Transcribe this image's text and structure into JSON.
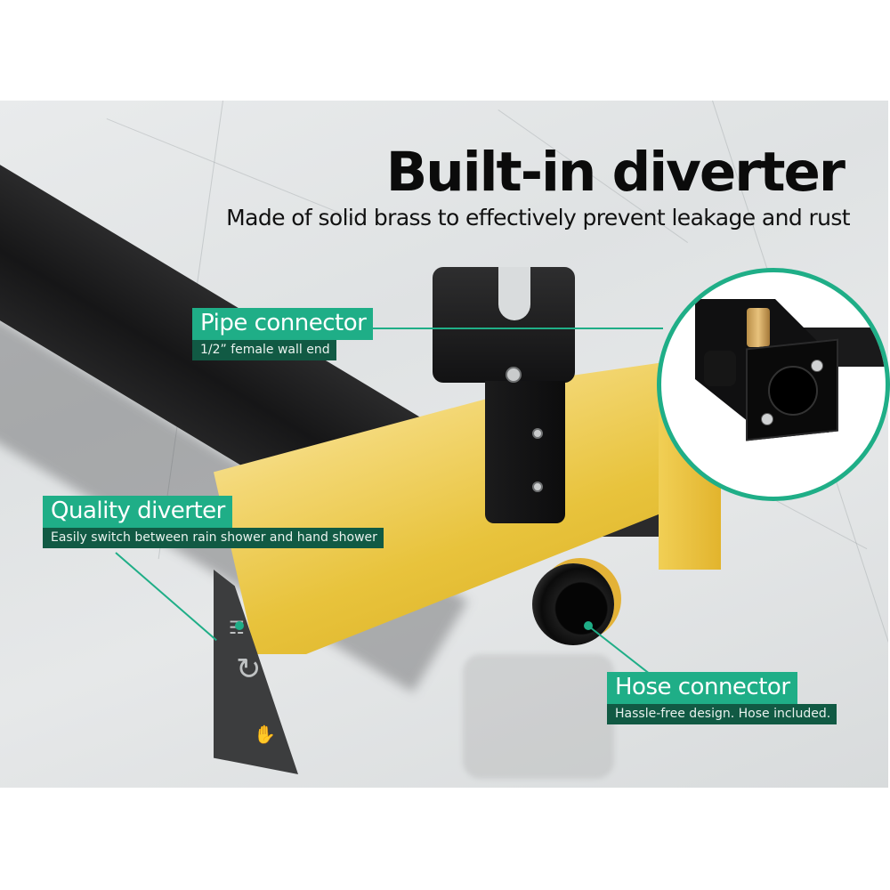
{
  "heading": {
    "title": "Built-in diverter",
    "subtitle": "Made of solid brass to effectively prevent leakage and rust"
  },
  "callouts": [
    {
      "id": "pipe-connector",
      "title": "Pipe connector",
      "description": "1/2” female wall end"
    },
    {
      "id": "quality-diverter",
      "title": "Quality diverter",
      "description": "Easily switch between rain shower and hand shower"
    },
    {
      "id": "hose-connector",
      "title": "Hose connector",
      "description": "Hassle-free design. Hose included."
    }
  ],
  "end_face_icons": {
    "top": "rain-shower-icon",
    "bottom": "hand-shower-icon",
    "arrow": "curved-double-arrow"
  },
  "colors": {
    "accent_green": "#1fae87",
    "dark_green": "#115a44",
    "gold": "#e8c33c",
    "matte_black": "#161617",
    "background": "#ffffff"
  }
}
